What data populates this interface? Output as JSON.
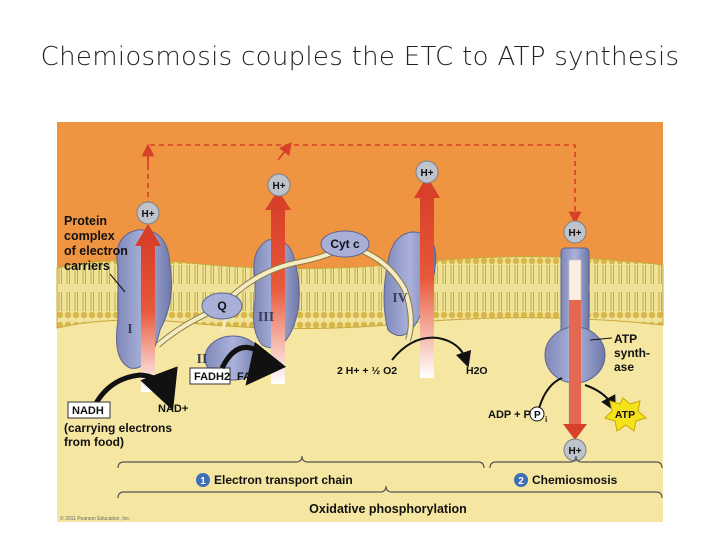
{
  "title": "Chemiosmosis couples the ETC to ATP synthesis",
  "labels": {
    "hplus": "H+",
    "protein_complex": [
      "Protein",
      "complex",
      "of electron",
      "carriers"
    ],
    "cyt_c": "Cyt c",
    "q": "Q",
    "complex_i": "I",
    "complex_ii": "II",
    "complex_iii": "III",
    "complex_iv": "IV",
    "fadh2": "FADH2",
    "fad": "FAD",
    "nadh": "NADH",
    "nad_plus": "NAD+",
    "carrying": [
      "(carrying electrons",
      "from food)"
    ],
    "water_reaction": "2 H+ + ½ O2",
    "h2o": "H2O",
    "atp_synthase": [
      "ATP",
      "synth-",
      "ase"
    ],
    "adp": "ADP + P",
    "pi_sub": "i",
    "atp": "ATP",
    "step1_num": "1",
    "step1": "Electron transport chain",
    "step2_num": "2",
    "step2": "Chemiosmosis",
    "oxphos": "Oxidative phosphorylation",
    "copyright": "© 2011 Pearson Education, Inc."
  }
}
